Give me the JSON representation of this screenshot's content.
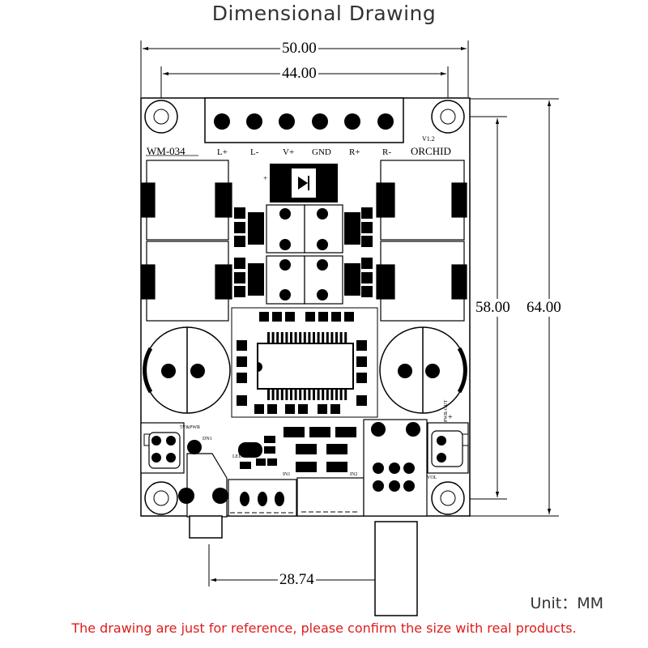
{
  "title": "Dimensional Drawing",
  "dimensions": {
    "width_outer": "50.00",
    "width_holes": "44.00",
    "height_holes": "58.00",
    "height_outer": "64.00",
    "pot_offset": "28.74"
  },
  "board": {
    "model": "WM-034",
    "brand": "ORCHID",
    "version": "V1.2",
    "terminal_labels": [
      "L+",
      "L-",
      "V+",
      "GND",
      "R+",
      "R-"
    ],
    "plus_mark": "+",
    "power_label": "5V&PWR",
    "led_label": "DN1",
    "led2_label": "LED",
    "vol_label": "VOL",
    "pwr_out_label": "PWR-OUT",
    "in_label_1": "IN1",
    "in_label_2": "IN2"
  },
  "unit_label": "Unit：MM",
  "note": "The drawing are just for reference, please confirm the size with real products.",
  "colors": {
    "line": "#000000",
    "note": "#e01b1b",
    "title": "#333333",
    "silk_bg": "#ffffff"
  }
}
